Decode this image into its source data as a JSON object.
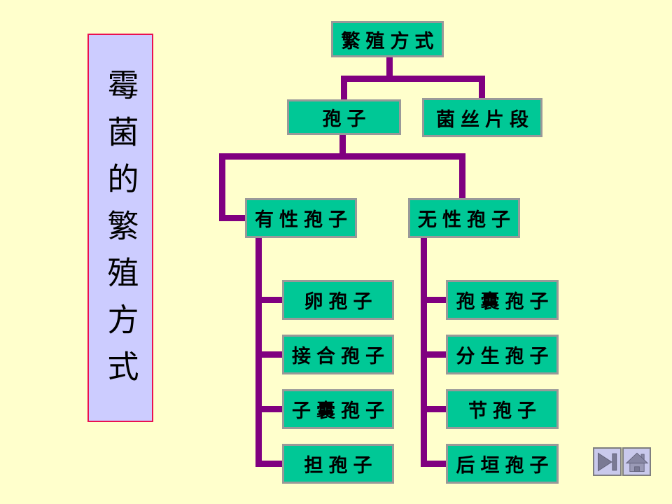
{
  "sidebar_title": {
    "text": "霉菌的繁殖方式"
  },
  "tree": {
    "root": "繁殖方式",
    "level1": [
      "孢子",
      "菌丝片段"
    ],
    "level2": [
      "有性孢子",
      "无性孢子"
    ],
    "sexual_spores": [
      "卵孢子",
      "接合孢子",
      "子囊孢子",
      "担孢子"
    ],
    "asexual_spores": [
      "孢囊孢子",
      "分生孢子",
      "节孢子",
      "后垣孢子"
    ]
  },
  "nav": {
    "next_icon": "skip-to-end-icon",
    "home_icon": "home-icon"
  },
  "colors": {
    "background": "#FFFFCC",
    "node_fill": "#00C896",
    "node_border": "#999999",
    "connector": "#800080",
    "title_panel_fill": "#CCCCFF",
    "title_panel_border": "#EA1050",
    "nav_button_fill": "#C9C9EC",
    "nav_icon_gray": "#7A7A94"
  }
}
